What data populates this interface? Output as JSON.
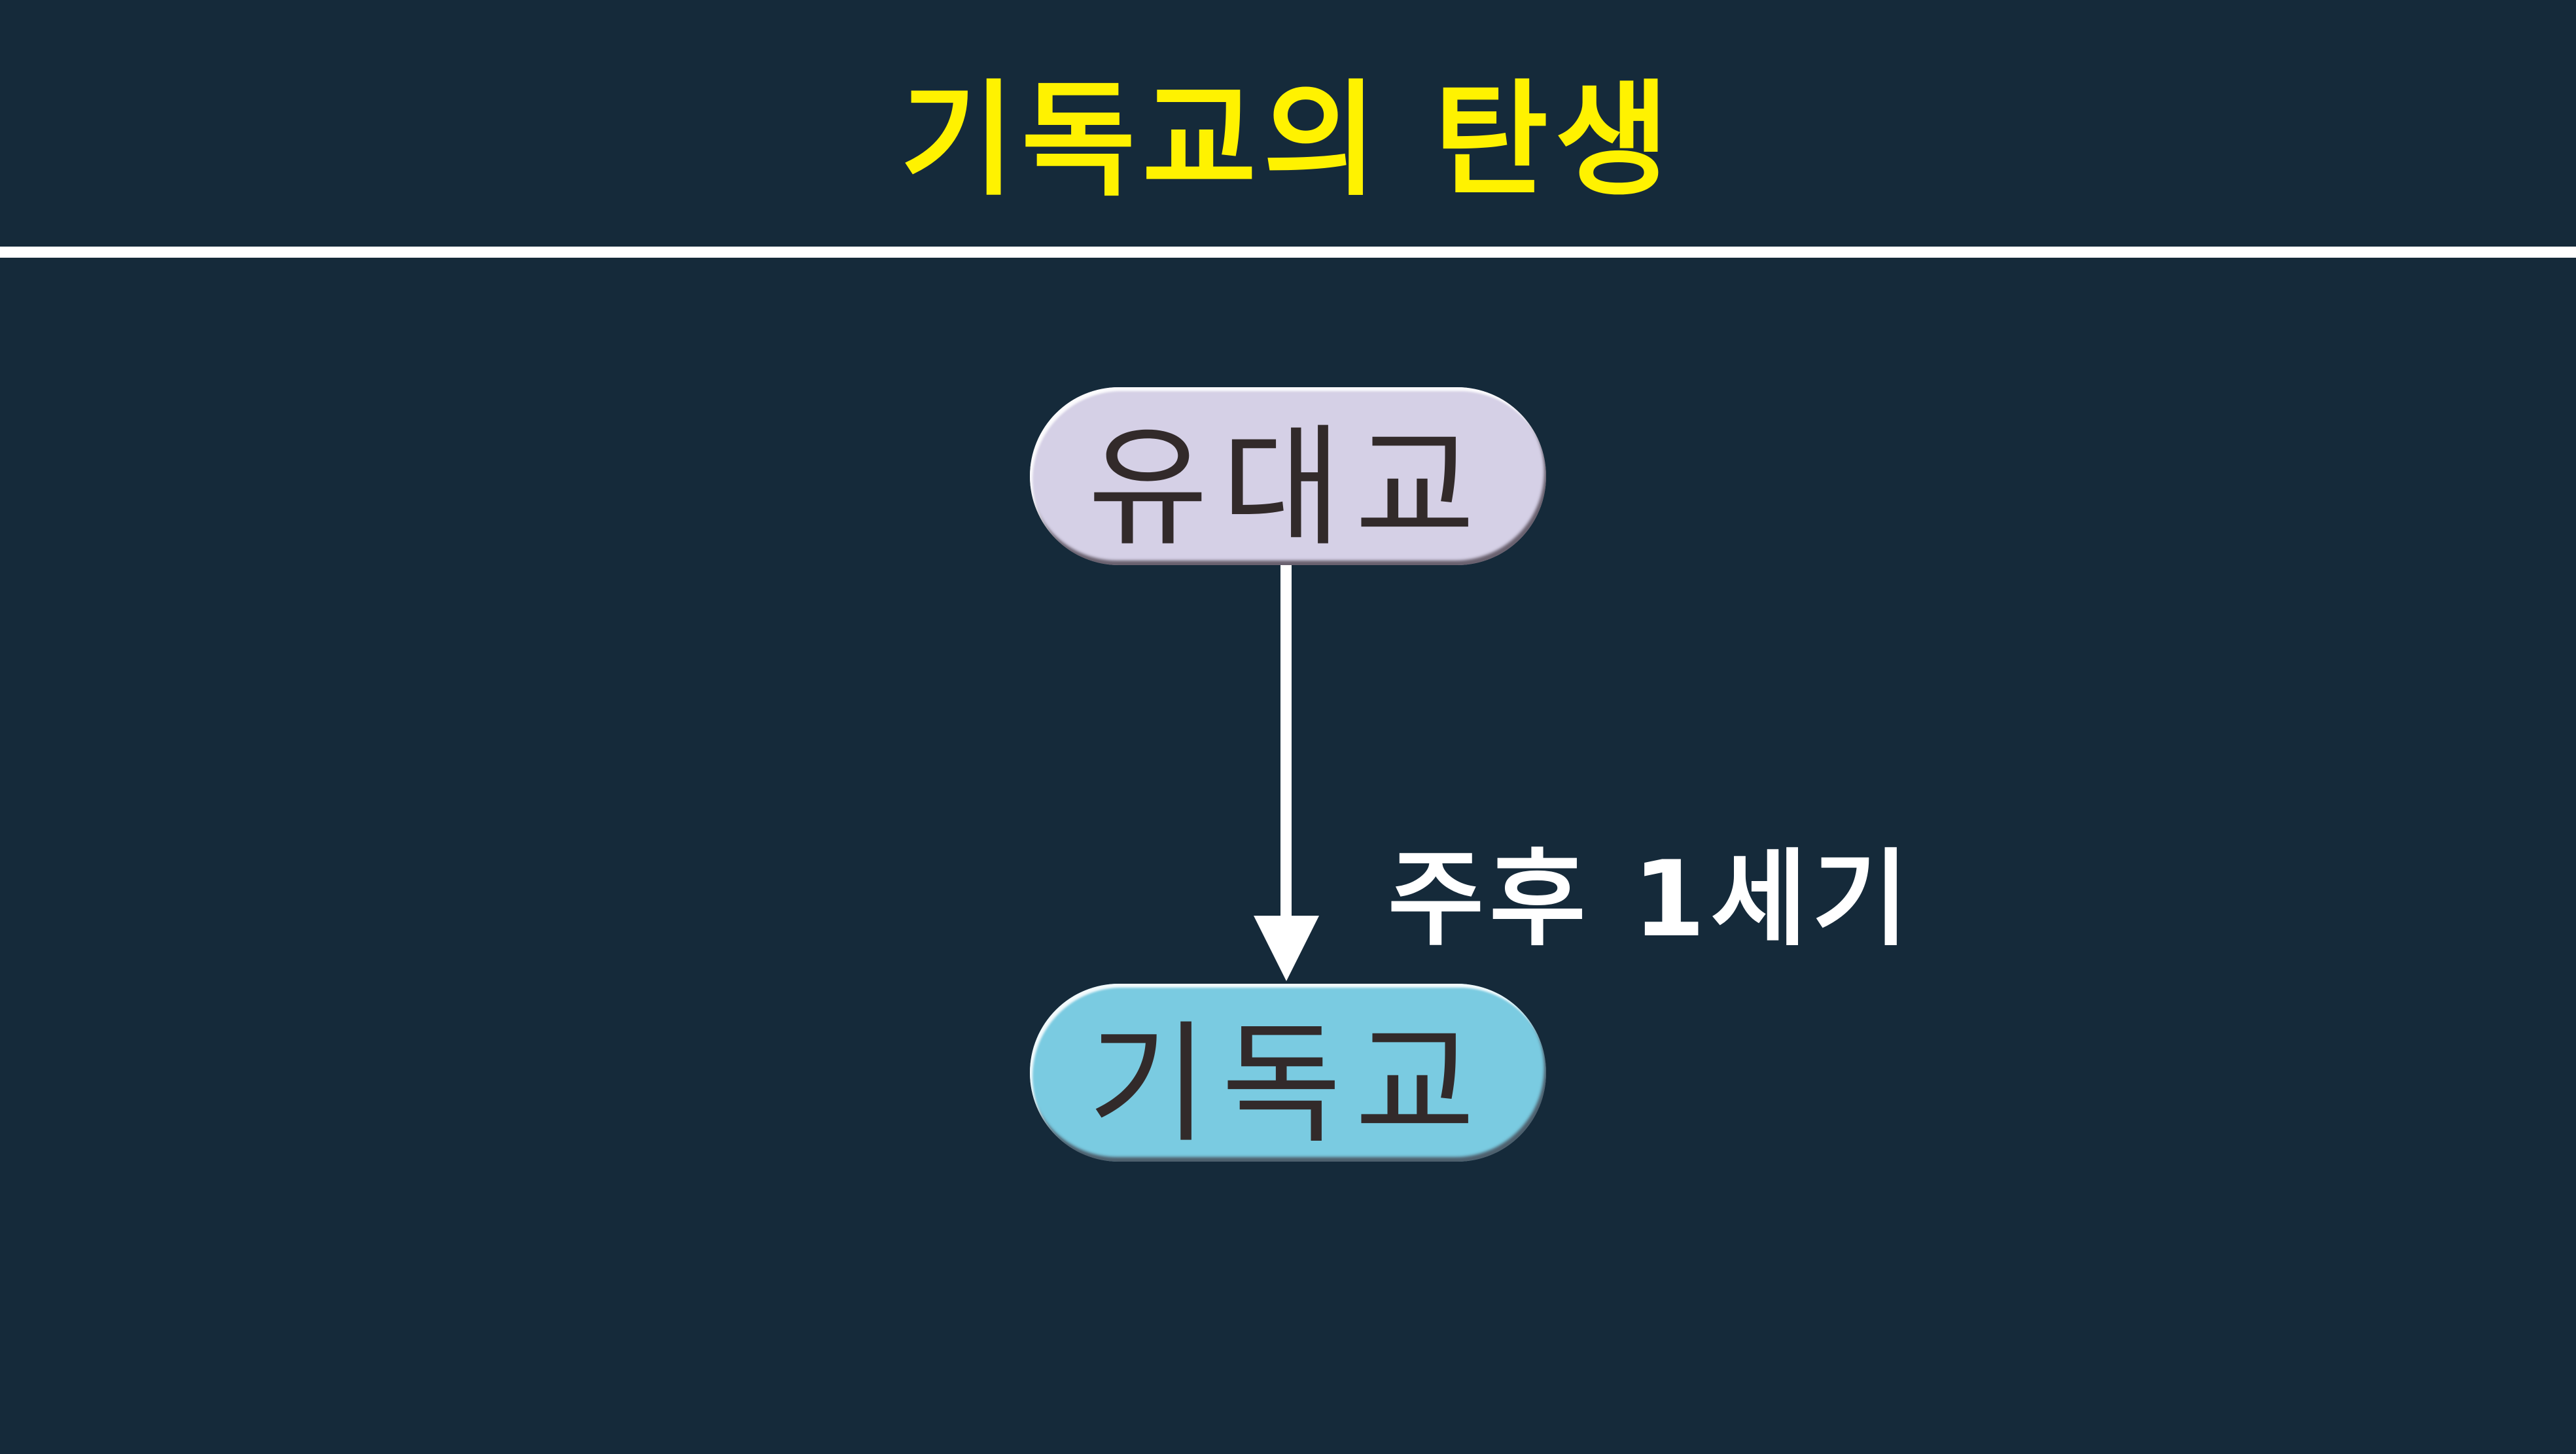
{
  "title": "기독교의 탄생",
  "diagram": {
    "source_node": "유대교",
    "target_node": "기독교",
    "edge_label": "주후 1세기"
  },
  "colors": {
    "background": "#152a3a",
    "title": "#fff200",
    "source_fill": "#d5d0e6",
    "target_fill": "#7acbe1",
    "node_text": "#322a2a"
  }
}
